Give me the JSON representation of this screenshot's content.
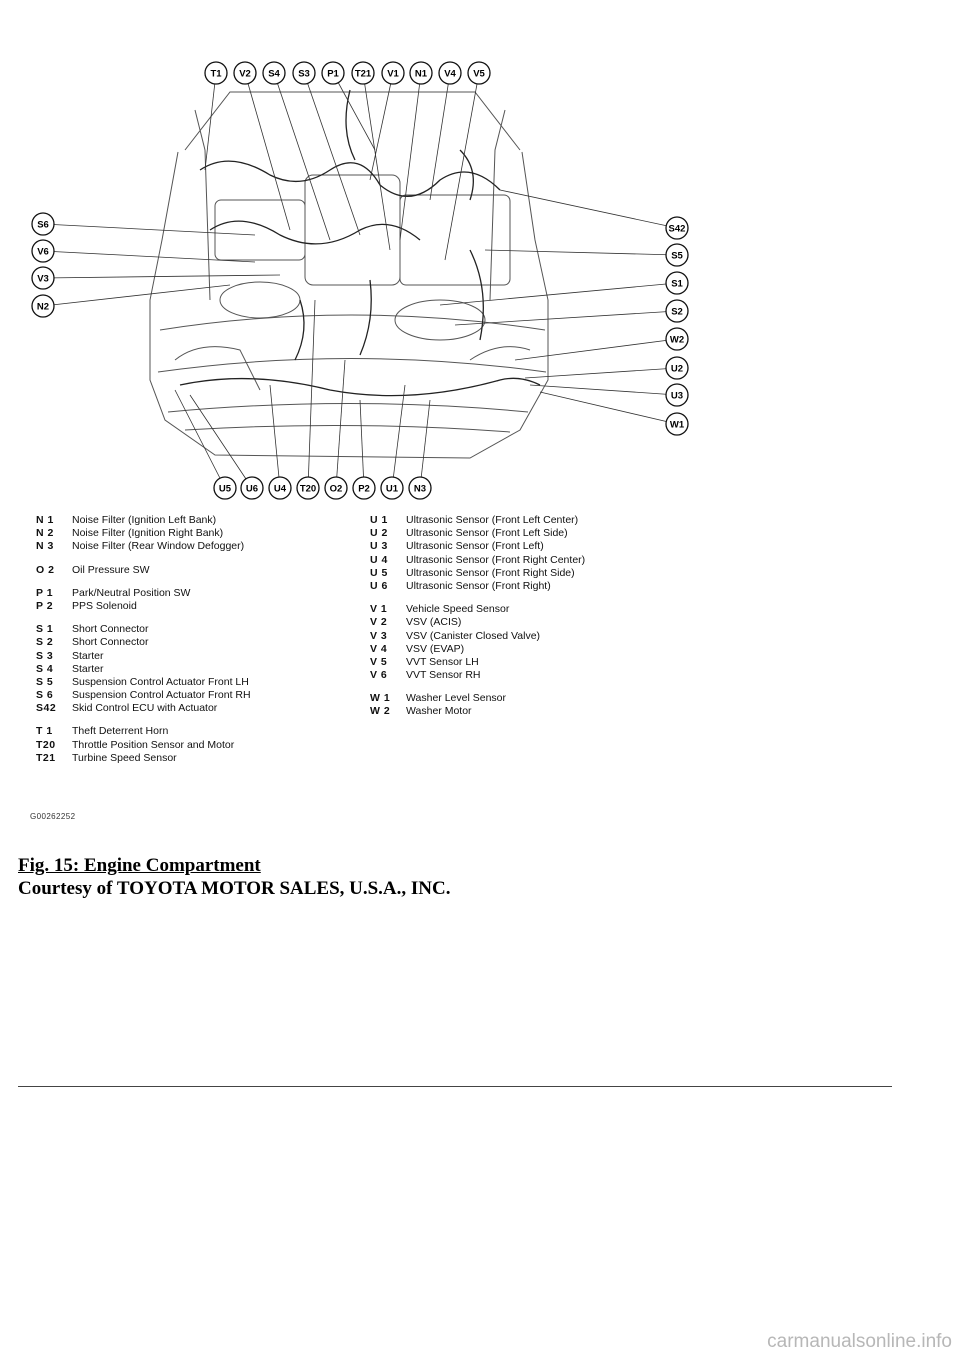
{
  "connectors_top": [
    "T1",
    "V2",
    "S4",
    "S3",
    "P1",
    "T21",
    "V1",
    "N1",
    "V4",
    "V5"
  ],
  "connectors_left": [
    "S6",
    "V6",
    "V3",
    "N2"
  ],
  "connectors_right": [
    "S42",
    "S5",
    "S1",
    "S2",
    "W2",
    "U2",
    "U3",
    "W1"
  ],
  "connectors_bottom": [
    "U5",
    "U6",
    "U4",
    "T20",
    "O2",
    "P2",
    "U1",
    "N3"
  ],
  "legend_left": [
    {
      "code": "N 1",
      "desc": "Noise Filter (Ignition Left Bank)"
    },
    {
      "code": "N 2",
      "desc": "Noise Filter (Ignition Right Bank)"
    },
    {
      "code": "N 3",
      "desc": "Noise Filter (Rear Window Defogger)"
    },
    {
      "gap": true
    },
    {
      "code": "O 2",
      "desc": "Oil Pressure SW"
    },
    {
      "gap": true
    },
    {
      "code": "P 1",
      "desc": "Park/Neutral Position SW"
    },
    {
      "code": "P 2",
      "desc": "PPS Solenoid"
    },
    {
      "gap": true
    },
    {
      "code": "S 1",
      "desc": "Short Connector"
    },
    {
      "code": "S 2",
      "desc": "Short Connector"
    },
    {
      "code": "S 3",
      "desc": "Starter"
    },
    {
      "code": "S 4",
      "desc": "Starter"
    },
    {
      "code": "S 5",
      "desc": "Suspension Control Actuator Front LH"
    },
    {
      "code": "S 6",
      "desc": "Suspension Control Actuator Front RH"
    },
    {
      "code": "S42",
      "desc": "Skid Control ECU with Actuator"
    },
    {
      "gap": true
    },
    {
      "code": "T 1",
      "desc": "Theft Deterrent Horn"
    },
    {
      "code": "T20",
      "desc": "Throttle Position Sensor and Motor"
    },
    {
      "code": "T21",
      "desc": "Turbine Speed Sensor"
    }
  ],
  "legend_right": [
    {
      "code": "U 1",
      "desc": "Ultrasonic Sensor (Front Left Center)"
    },
    {
      "code": "U 2",
      "desc": "Ultrasonic Sensor (Front Left Side)"
    },
    {
      "code": "U 3",
      "desc": "Ultrasonic Sensor (Front Left)"
    },
    {
      "code": "U 4",
      "desc": "Ultrasonic Sensor (Front Right Center)"
    },
    {
      "code": "U 5",
      "desc": "Ultrasonic Sensor (Front Right Side)"
    },
    {
      "code": "U 6",
      "desc": "Ultrasonic Sensor (Front Right)"
    },
    {
      "gap": true
    },
    {
      "code": "V 1",
      "desc": "Vehicle Speed Sensor"
    },
    {
      "code": "V 2",
      "desc": "VSV (ACIS)"
    },
    {
      "code": "V 3",
      "desc": "VSV (Canister Closed Valve)"
    },
    {
      "code": "V 4",
      "desc": "VSV (EVAP)"
    },
    {
      "code": "V 5",
      "desc": "VVT Sensor LH"
    },
    {
      "code": "V 6",
      "desc": "VVT Sensor RH"
    },
    {
      "gap": true
    },
    {
      "code": "W 1",
      "desc": "Washer Level Sensor"
    },
    {
      "code": "W 2",
      "desc": "Washer Motor"
    }
  ],
  "figure_code": "G00262252",
  "caption": {
    "title": "Fig. 15: Engine Compartment",
    "courtesy": "Courtesy of TOYOTA MOTOR SALES, U.S.A., INC."
  },
  "watermark": "carmanualsonline.info"
}
